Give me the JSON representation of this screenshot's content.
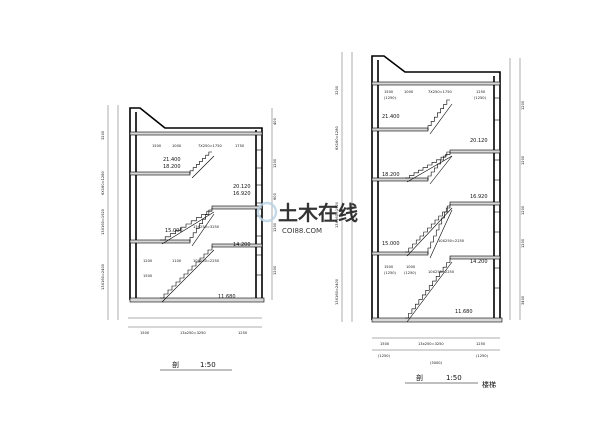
{
  "left_section": {
    "levels": [
      "21.400",
      "18.200",
      "20.120",
      "16.920",
      "15.000",
      "14.200",
      "11.680"
    ],
    "flight_notes": [
      "7X250=1750",
      "13X250=3250",
      "10X250=2250"
    ],
    "top_dims": [
      "1500",
      "1000",
      "1750"
    ],
    "floor_dims_left": [
      "1200",
      "1500",
      "1100"
    ],
    "bottom_dims": [
      "1500",
      "13x250=3250",
      "1250"
    ],
    "vertical_dims": [
      "3200",
      "6X160=1280",
      "13X160=1920",
      "13X160=2400"
    ],
    "right_vertical_dims": [
      "400",
      "1200",
      "600",
      "1200",
      "1200"
    ],
    "title_label": "剖",
    "scale": "1:50"
  },
  "right_section": {
    "levels": [
      "21.400",
      "20.120",
      "18.200",
      "16.920",
      "15.000",
      "14.200",
      "11.680"
    ],
    "flight_notes": [
      "7X250=1750",
      "10X250=2250",
      "10X250=2250"
    ],
    "top_dims": [
      "1500",
      "1000",
      "1250"
    ],
    "top_dims_sub": [
      "(1250)",
      "(1250)"
    ],
    "side_labels": [
      "1500",
      "1000",
      "(1250)",
      "(1250)"
    ],
    "bottom_dims": [
      "1500",
      "13x250=3250",
      "1250"
    ],
    "bottom_dims_sub": [
      "(1250)",
      "(1250)",
      "(3000)"
    ],
    "vertical_dims": [
      "3200",
      "6X160=1280",
      "13X160=1920",
      "13X160=2400"
    ],
    "right_vertical_dims": [
      "1200",
      "1200",
      "1200",
      "1200",
      "3400"
    ],
    "title_label": "剖",
    "scale": "1:50",
    "sheet_tag": "楼梯"
  },
  "watermark": {
    "main": "土木在线",
    "sub": "COI88.COM"
  },
  "colors": {
    "line": "#000000",
    "watermark": "#bcd4e6"
  }
}
